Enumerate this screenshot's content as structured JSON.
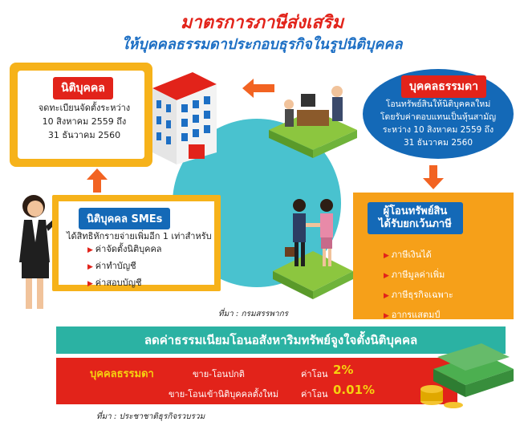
{
  "title": "มาตรการภาษีส่งเสริม",
  "subtitle": "ให้บุคคลธรรมดาประกอบธุรกิจในรูปนิติบุคคล",
  "legal_entity": {
    "tag": "นิติบุคคล",
    "line1": "จดทะเบียนจัดตั้งระหว่าง",
    "line2": "10 สิงหาคม 2559 ถึง",
    "line3": "31 ธันวาคม 2560"
  },
  "individual": {
    "tag": "บุคคลธรรมดา",
    "line1": "โอนทรัพย์สินให้นิติบุคคลใหม่",
    "line2": "โดยรับค่าตอบแทนเป็นหุ้นสามัญ",
    "line3": "ระหว่าง 10 สิงหาคม 2559 ถึง",
    "line4": "31 ธันวาคม 2560"
  },
  "smes": {
    "tag": "นิติบุคคล SMEs",
    "desc": "ได้สิทธิหักรายจ่ายเพิ่มอีก 1 เท่าสำหรับ",
    "items": [
      "ค่าจัดตั้งนิติบุคคล",
      "ค่าทำบัญชี",
      "ค่าสอบบัญชี"
    ]
  },
  "source1": "ที่มา : กรมสรรพากร",
  "exemption": {
    "tag_line1": "ผู้โอนทรัพย์สิน",
    "tag_line2": "ได้รับยกเว้นภาษี",
    "items": [
      "ภาษีเงินได้",
      "ภาษีมูลค่าเพิ่ม",
      "ภาษีธุรกิจเฉพาะ",
      "อากรแสตมป์"
    ]
  },
  "banner": "ลดค่าธรรมเนียมโอนอสังหาริมทรัพย์จูงใจตั้งนิติบุคคล",
  "fees": {
    "label": "บุคคลธรรมดา",
    "row1_desc": "ขาย-โอนปกติ",
    "row1_fee_label": "ค่าโอน",
    "row1_pct": "2%",
    "row2_desc": "ขาย-โอนเข้านิติบุคคลตั้งใหม่",
    "row2_fee_label": "ค่าโอน",
    "row2_pct": "0.01%"
  },
  "source2": "ที่มา : ประชาชาติธุรกิจรวบรวม",
  "colors": {
    "red": "#e2231a",
    "blue": "#1469b7",
    "orange": "#f6a019",
    "teal": "#2bb2a3"
  }
}
